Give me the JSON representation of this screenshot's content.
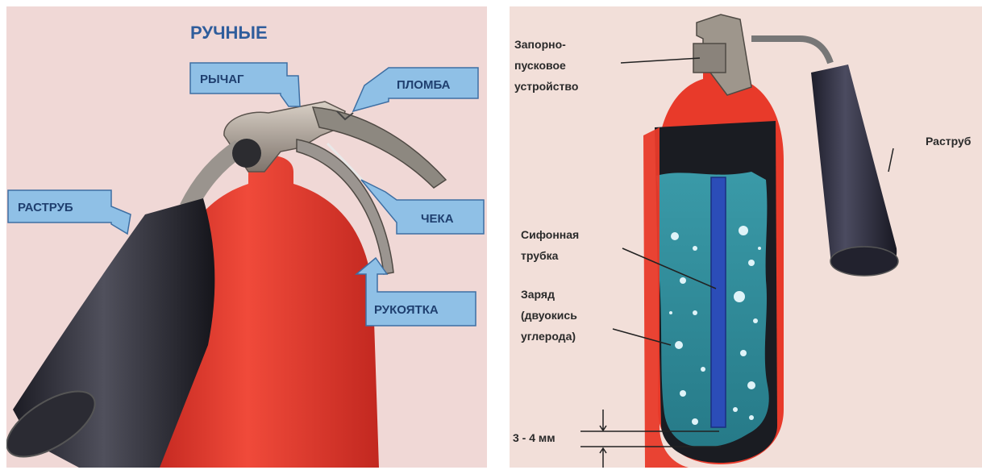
{
  "left_panel": {
    "title": "РУЧНЫЕ",
    "labels": {
      "lever": "РЫЧАГ",
      "seal": "ПЛОМБА",
      "horn": "РАСТРУБ",
      "pin": "ЧЕКА",
      "handle": "РУКОЯТКА"
    }
  },
  "right_panel": {
    "labels": {
      "valve_line1": "Запорно-",
      "valve_line2": "пусковое",
      "valve_line3": "устройство",
      "horn": "Раструб",
      "siphon_line1": "Сифонная",
      "siphon_line2": "трубка",
      "charge_line1": "Заряд",
      "charge_line2": "(двуокись",
      "charge_line3": "углерода)",
      "gap": "3 - 4 мм"
    }
  },
  "colors": {
    "callout_fill": "#8fc0e6",
    "callout_text": "#1f3f6f",
    "cylinder_red": "#e8392b",
    "horn_black": "#2a2a33",
    "liquid_teal": "#2f8d9c",
    "tube_blue": "#2b4db8"
  }
}
